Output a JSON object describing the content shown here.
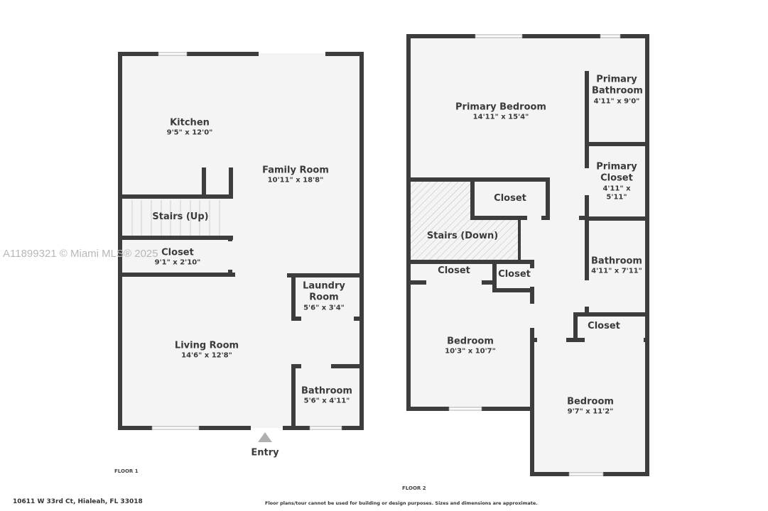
{
  "floors": [
    {
      "label": "FLOOR 1",
      "rooms": [
        {
          "name": "Kitchen",
          "dims": "9'5\" x 12'0\""
        },
        {
          "name": "Family Room",
          "dims": "10'11\" x 18'8\""
        },
        {
          "name": "Stairs (Up)",
          "dims": ""
        },
        {
          "name": "Closet",
          "dims": "9'1\" x 2'10\""
        },
        {
          "name": "Laundry Room",
          "dims": "5'6\" x 3'4\""
        },
        {
          "name": "Living Room",
          "dims": "14'6\" x 12'8\""
        },
        {
          "name": "Bathroom",
          "dims": "5'6\" x 4'11\""
        }
      ],
      "entry_label": "Entry"
    },
    {
      "label": "FLOOR 2",
      "rooms": [
        {
          "name": "Primary Bedroom",
          "dims": "14'11\" x 15'4\""
        },
        {
          "name": "Primary Bathroom",
          "dims": "4'11\" x 9'0\""
        },
        {
          "name": "Primary Closet",
          "dims": "4'11\" x 5'11\""
        },
        {
          "name": "Closet",
          "dims": ""
        },
        {
          "name": "Stairs (Down)",
          "dims": ""
        },
        {
          "name": "Bathroom",
          "dims": "4'11\" x 7'11\""
        },
        {
          "name": "Closet",
          "dims": ""
        },
        {
          "name": "Closet",
          "dims": ""
        },
        {
          "name": "Bedroom",
          "dims": "10'3\" x 10'7\""
        },
        {
          "name": "Closet",
          "dims": ""
        },
        {
          "name": "Bedroom",
          "dims": "9'7\" x 11'2\""
        }
      ]
    }
  ],
  "address": "10611 W 33rd Ct, Hialeah, FL 33018",
  "disclaimer": "Floor plans/tour cannot be used for building or design purposes. Sizes and dimensions are approximate.",
  "watermark": "A11899321 © Miami MLS® 2025",
  "colors": {
    "wall": "#3d3d3d",
    "floor": "#f4f4f4",
    "opening": "#ffffff"
  }
}
